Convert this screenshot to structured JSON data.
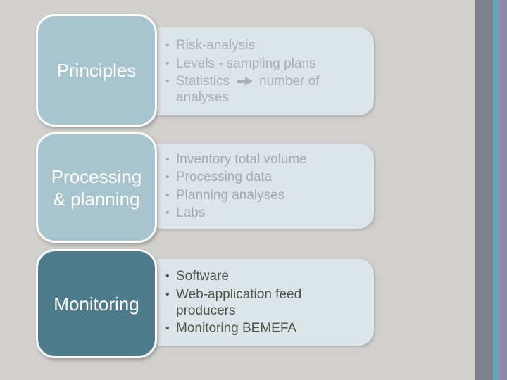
{
  "slide": {
    "background_color": "#d2d0cd",
    "accent_bars": [
      {
        "name": "gray-bar",
        "color": "#7c818b"
      },
      {
        "name": "teal-bar",
        "color": "#6fa1b6"
      },
      {
        "name": "purple-bar",
        "color": "#8d89a5"
      }
    ]
  },
  "glyphs": {
    "bullet": "•",
    "arrow": "right-arrow"
  },
  "rows": [
    {
      "label": "Principles",
      "box_color": "#a8c5cf",
      "panel_color": "#dce5ea",
      "text_color": "#a9aeb9",
      "items": [
        {
          "text": "Risk-analysis"
        },
        {
          "text": "Levels - sampling plans"
        },
        {
          "pre": "Statistics",
          "arrow": true,
          "post": "number of analyses"
        }
      ]
    },
    {
      "label": "Processing & planning",
      "box_color": "#a8c5cf",
      "panel_color": "#dce5ea",
      "text_color": "#a2a8b0",
      "items": [
        {
          "text": "Inventory total volume"
        },
        {
          "text": "Processing data"
        },
        {
          "text": "Planning analyses"
        },
        {
          "text": "Labs"
        }
      ]
    },
    {
      "label": "Monitoring",
      "box_color": "#4e7b8c",
      "panel_color": "#dce5ea",
      "text_color": "#4f5348",
      "items": [
        {
          "text": "Software"
        },
        {
          "text": "Web-application feed producers"
        },
        {
          "text": "Monitoring BEMEFA"
        }
      ]
    }
  ]
}
